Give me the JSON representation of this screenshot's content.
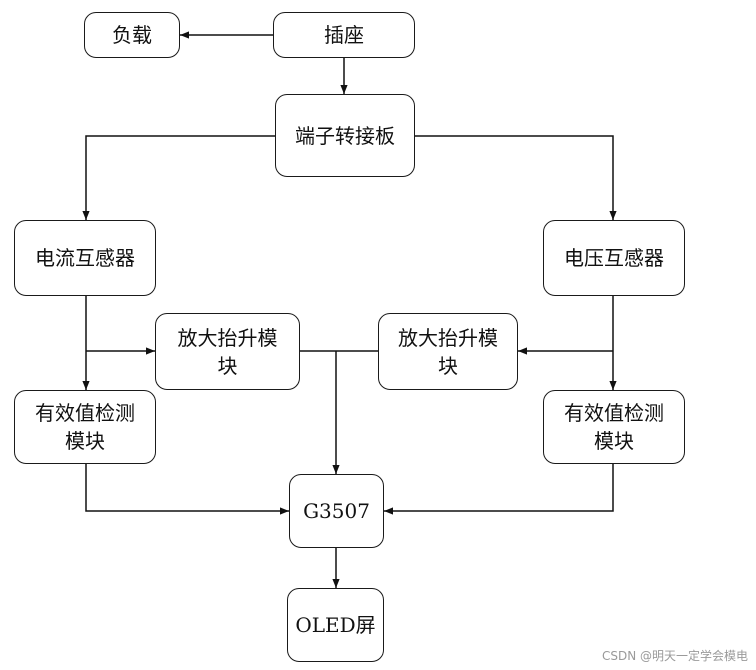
{
  "nodes": {
    "load": "负载",
    "socket": "插座",
    "terminal_board": "端子转接板",
    "current_transformer": "电流互感器",
    "voltage_transformer": "电压互感器",
    "amp_lift_left": "放大抬升模\n块",
    "amp_lift_right": "放大抬升模\n块",
    "rms_left": "有效值检测\n模块",
    "rms_right": "有效值检测\n模块",
    "mcu": "G3507",
    "display": "OLED屏"
  },
  "edges": [
    {
      "from": "socket",
      "to": "load"
    },
    {
      "from": "socket",
      "to": "terminal_board"
    },
    {
      "from": "terminal_board",
      "to": "current_transformer"
    },
    {
      "from": "terminal_board",
      "to": "voltage_transformer"
    },
    {
      "from": "current_transformer",
      "to": "rms_left"
    },
    {
      "from": "current_transformer",
      "to": "amp_lift_left"
    },
    {
      "from": "voltage_transformer",
      "to": "rms_right"
    },
    {
      "from": "voltage_transformer",
      "to": "amp_lift_right"
    },
    {
      "from": "amp_lift_left",
      "to": "mcu"
    },
    {
      "from": "amp_lift_right",
      "to": "mcu"
    },
    {
      "from": "rms_left",
      "to": "mcu"
    },
    {
      "from": "rms_right",
      "to": "mcu"
    },
    {
      "from": "mcu",
      "to": "display"
    }
  ],
  "watermark": "CSDN @明天一定学会模电"
}
